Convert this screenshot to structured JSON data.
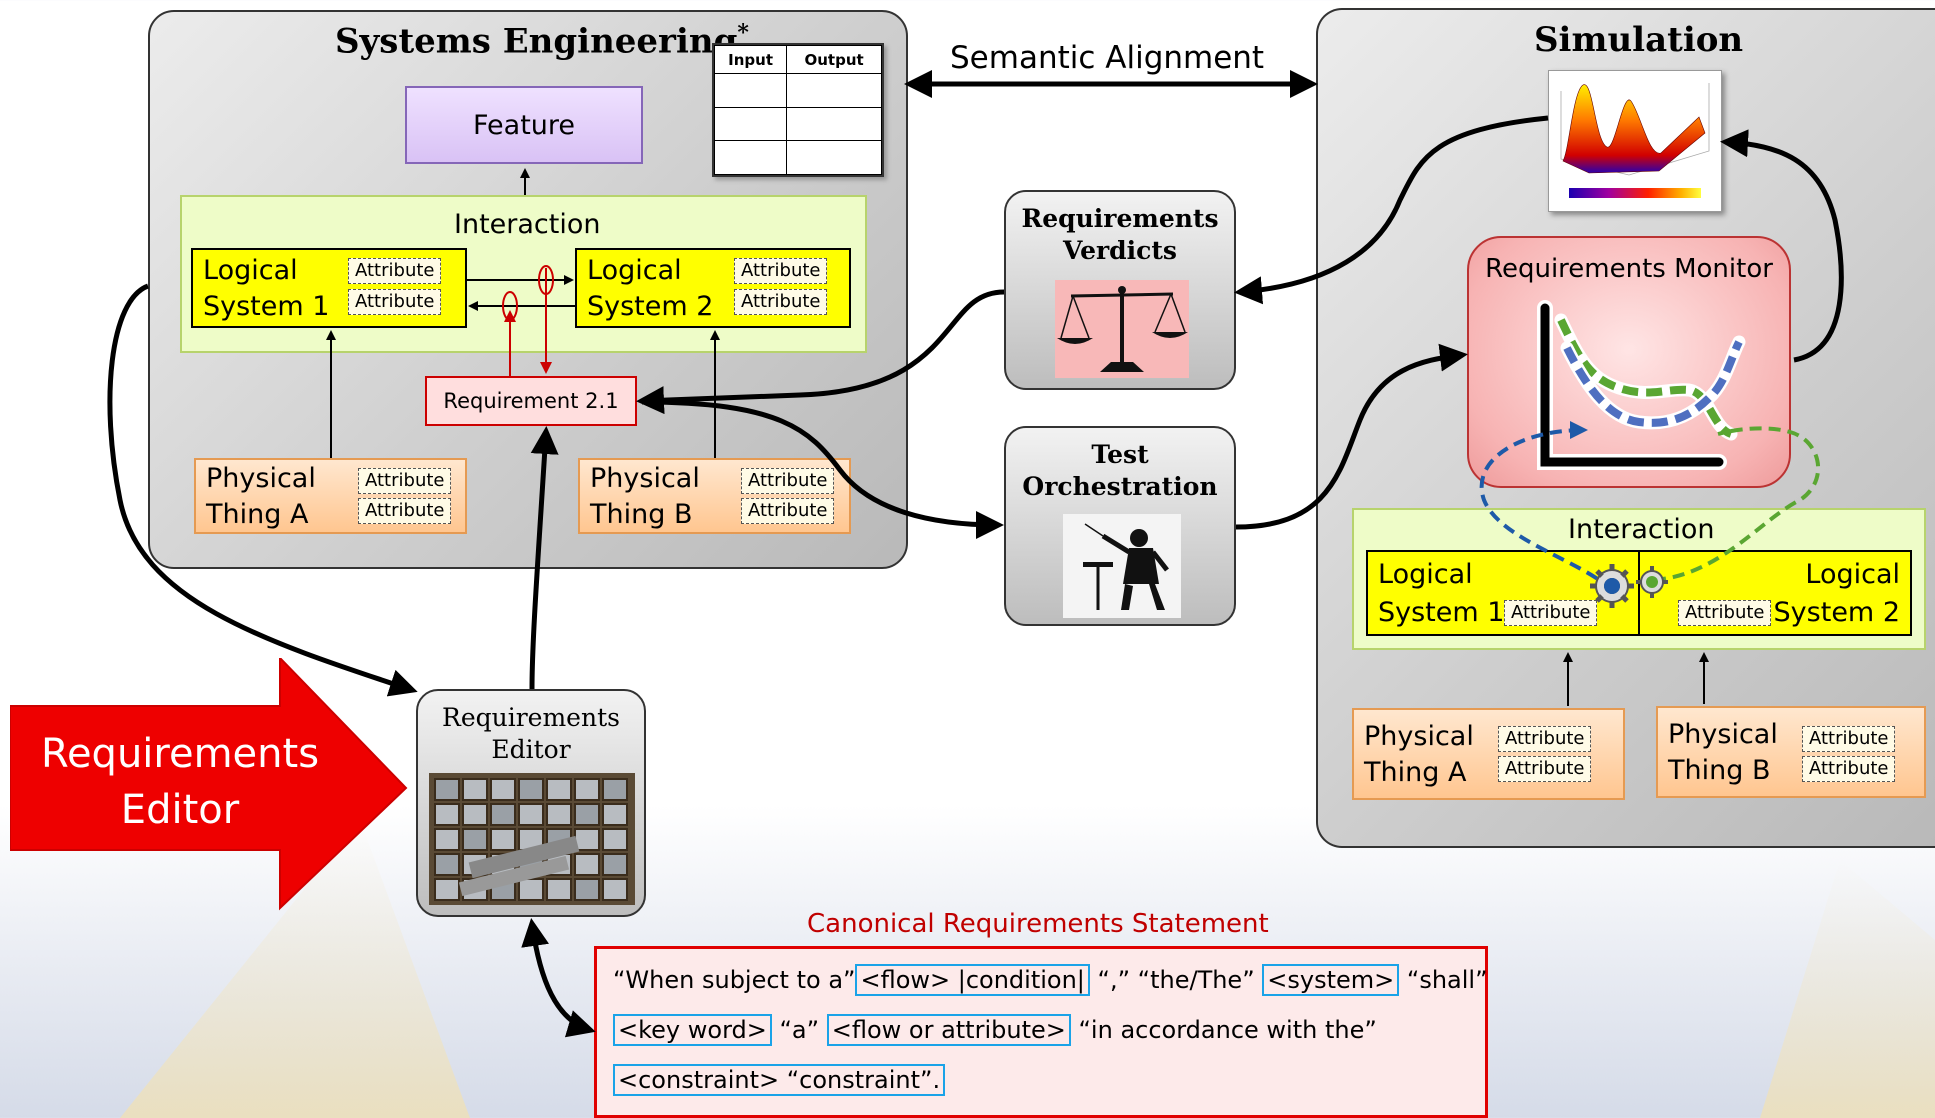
{
  "systems_engineering": {
    "title": "Systems Engineering",
    "title_mark": "*",
    "io_table": {
      "headers": [
        "Input",
        "Output"
      ]
    },
    "feature": "Feature",
    "interaction": "Interaction",
    "logical1": {
      "line1": "Logical",
      "line2": "System 1",
      "attrs": [
        "Attribute",
        "Attribute"
      ]
    },
    "logical2": {
      "line1": "Logical",
      "line2": "System 2",
      "attrs": [
        "Attribute",
        "Attribute"
      ]
    },
    "requirement": "Requirement 2.1",
    "physicalA": {
      "line1": "Physical",
      "line2": "Thing A",
      "attrs": [
        "Attribute",
        "Attribute"
      ]
    },
    "physicalB": {
      "line1": "Physical",
      "line2": "Thing B",
      "attrs": [
        "Attribute",
        "Attribute"
      ]
    }
  },
  "semantic_alignment": "Semantic Alignment",
  "requirements_verdicts": {
    "line1": "Requirements",
    "line2": "Verdicts"
  },
  "test_orchestration": {
    "line1": "Test",
    "line2": "Orchestration"
  },
  "requirements_editor": {
    "line1": "Requirements",
    "line2": "Editor"
  },
  "big_arrow": {
    "line1": "Requirements",
    "line2": "Editor"
  },
  "simulation": {
    "title": "Simulation",
    "monitor_title": "Requirements Monitor",
    "interaction": "Interaction",
    "logical1": {
      "line1": "Logical",
      "line2": "System 1",
      "attr": "Attribute"
    },
    "logical2": {
      "line1": "Logical",
      "line2": "System 2",
      "attr": "Attribute"
    },
    "physicalA": {
      "line1": "Physical",
      "line2": "Thing A",
      "attrs": [
        "Attribute",
        "Attribute"
      ]
    },
    "physicalB": {
      "line1": "Physical",
      "line2": "Thing B",
      "attrs": [
        "Attribute",
        "Attribute"
      ]
    }
  },
  "canonical": {
    "title": "Canonical Requirements Statement",
    "line1": {
      "t1": "“When subject to a”",
      "k1": "<flow> |condition|",
      "t2": "“,” “the/The”",
      "k2": "<system>",
      "t3": "“shall”"
    },
    "line2": {
      "k1": "<key word>",
      "t1": "“a”",
      "k2": "<flow or attribute>",
      "t2": "“in accordance with the”"
    },
    "line3": {
      "k1": "<constraint> “constraint”."
    }
  },
  "colors": {
    "accent_red": "#e00000",
    "logical_yellow": "#ffff00",
    "interaction_green": "#eefcc8",
    "token_blue": "#1aa3e8"
  },
  "icons": [
    "balance-scale-icon",
    "conductor-icon",
    "typeset-tray-icon",
    "surface-plot-icon",
    "gear-icon"
  ]
}
